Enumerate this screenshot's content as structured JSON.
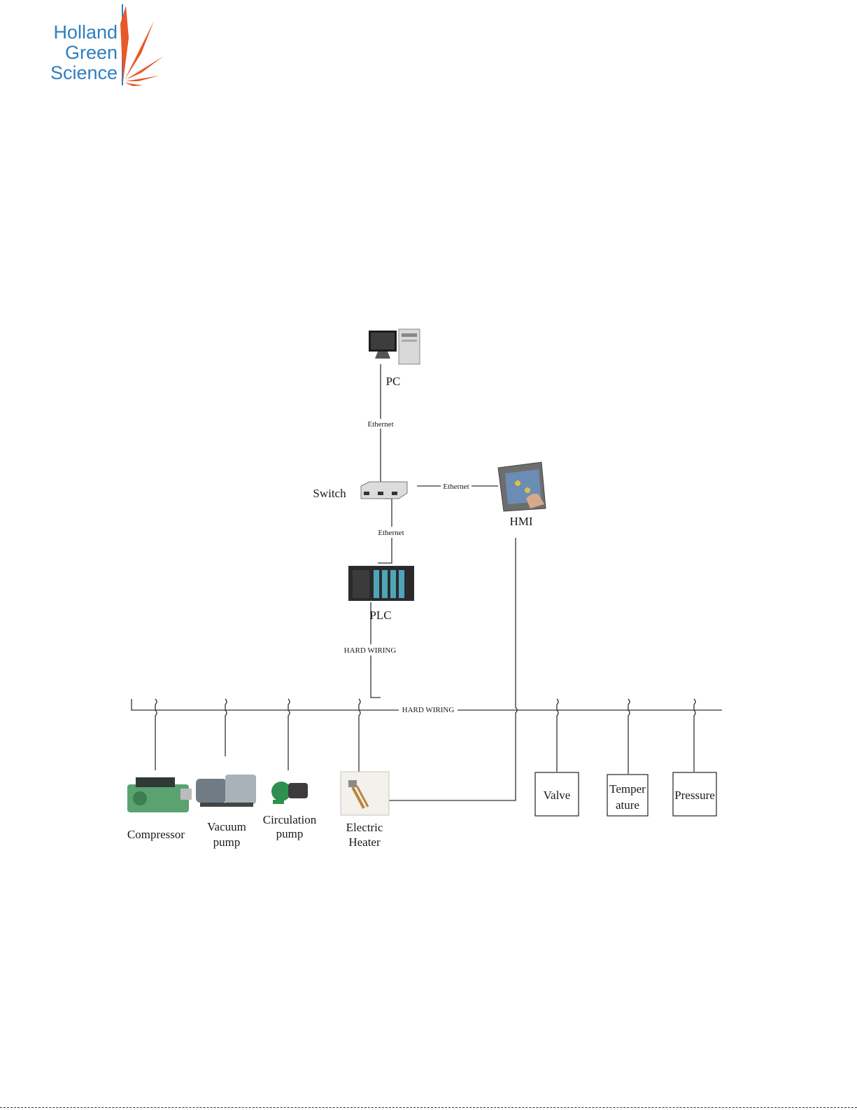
{
  "logo": {
    "lines": [
      "Holland",
      "Green",
      "Science"
    ],
    "brand_color": "#2e7fbf",
    "accent_color": "#e8582a"
  },
  "nodes": {
    "pc": "PC",
    "switch": "Switch",
    "hmi": "HMI",
    "plc": "PLC",
    "compressor": "Compressor",
    "vacuum_pump": [
      "Vacuum",
      "pump"
    ],
    "circulation_pump": [
      "Circulation",
      "pump"
    ],
    "electric_heater": [
      "Electric",
      "Heater"
    ],
    "valve": "Valve",
    "temperature": [
      "Temper",
      "ature"
    ],
    "pressure": "Pressure"
  },
  "links": {
    "pc_switch": "Ethernet",
    "switch_hmi": "Ethernet",
    "switch_plc": "Ethernet",
    "plc_bus": "HARD WIRING",
    "bus": "HARD WIRING"
  },
  "icons": [
    "desktop-computer-icon",
    "network-switch-icon",
    "touch-panel-icon",
    "plc-rack-icon",
    "compressor-icon",
    "vacuum-pump-icon",
    "circulation-pump-icon",
    "electric-heater-icon"
  ]
}
